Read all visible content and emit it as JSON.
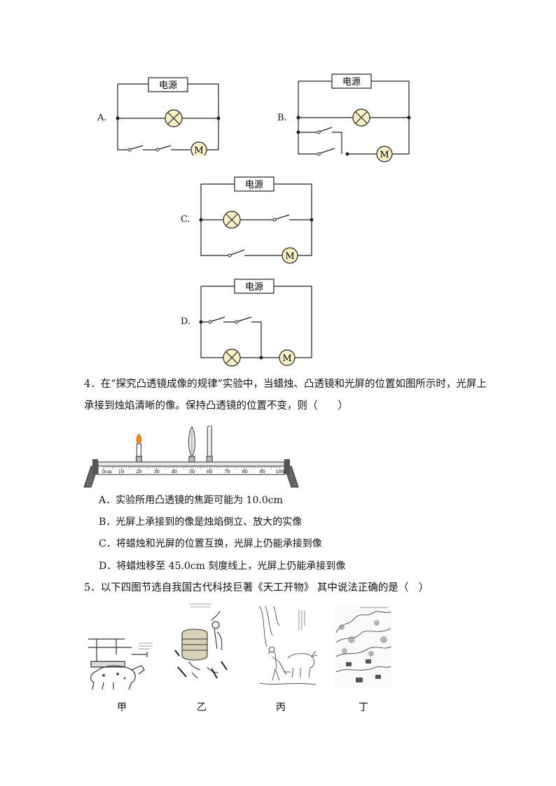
{
  "q3": {
    "options": [
      {
        "letter": "A.",
        "source_label": "电源",
        "lamp": "⊗",
        "motor": "M"
      },
      {
        "letter": "B.",
        "source_label": "电源",
        "lamp": "⊗",
        "motor": "M"
      },
      {
        "letter": "C.",
        "source_label": "电源",
        "lamp": "⊗",
        "motor": "M"
      },
      {
        "letter": "D.",
        "source_label": "电源",
        "lamp": "⊗",
        "motor": "M"
      }
    ]
  },
  "q4": {
    "line1": "4．在“探究凸透镜成像的规律”实验中，当蜡烛、凸透镜和光屏的位置如图所示时，光屏上",
    "line2": "承接到烛焰清晰的像。保持凸透镜的位置不变，则（　　）",
    "bench": {
      "unit_label": "0cm",
      "ticks": [
        "10",
        "20",
        "30",
        "40",
        "50",
        "60",
        "70",
        "80",
        "90",
        "100"
      ],
      "candle_cm": 20,
      "lens_cm": 50,
      "screen_cm": 60
    },
    "answers": [
      "A．实验所用凸透镜的焦距可能为 10.0cm",
      "B．光屏上承接到的像是烛焰倒立、放大的实像",
      "C．将蜡烛和光屏的位置互换，光屏上仍能承接到像",
      "D．将蜡烛移至 45.0cm 刻度线上，光屏上仍能承接到像"
    ]
  },
  "q5": {
    "text": "5．以下四图节选自我国古代科技巨著《天工开物》 其中说法正确的是（　）",
    "captions": [
      "甲",
      "乙",
      "丙",
      "丁"
    ]
  }
}
